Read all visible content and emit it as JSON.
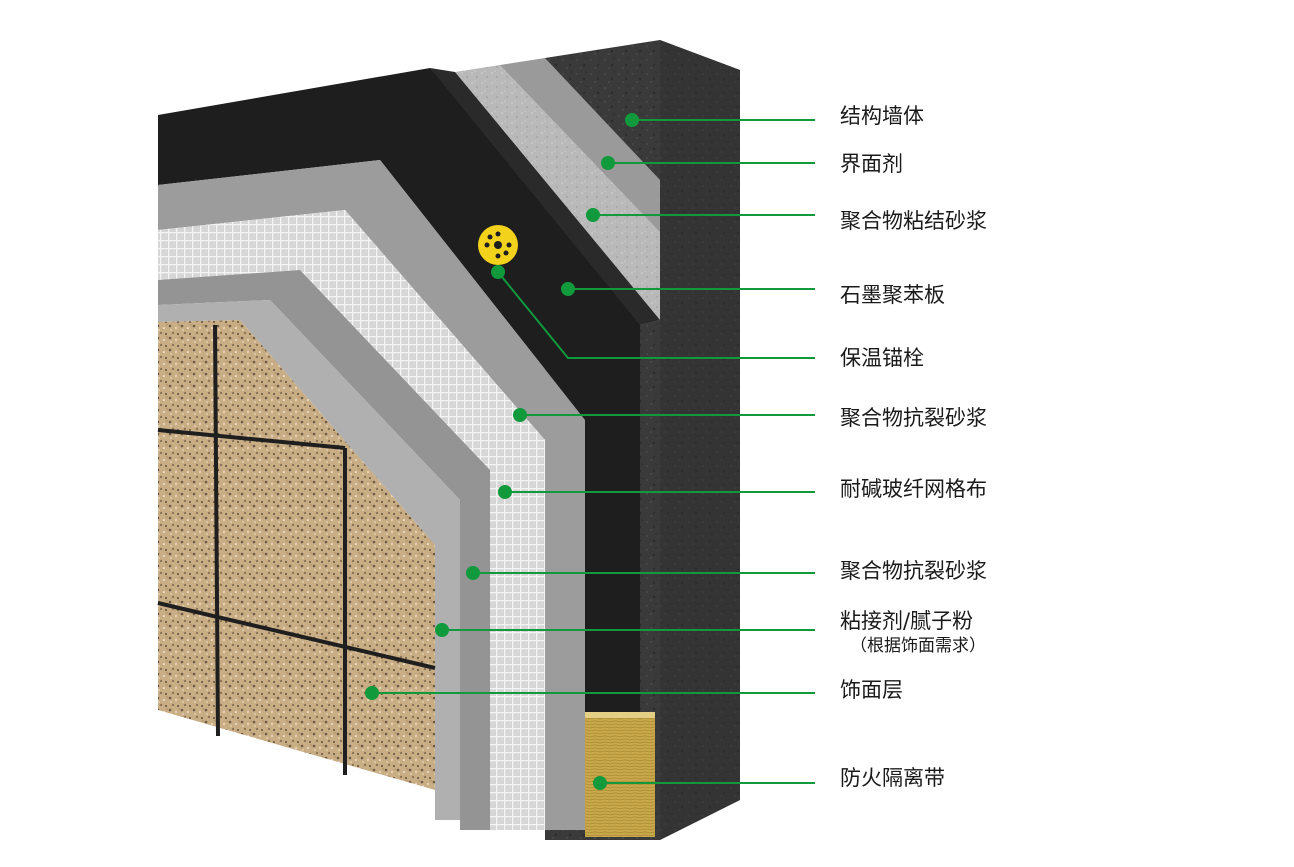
{
  "colors": {
    "leader": "#109a3c",
    "structural_wall": "#3a3a3a",
    "interface_agent": "#9a9a9a",
    "adhesive_mortar": "#b8b8b8",
    "graphite_eps": "#1e1e1e",
    "anchor": "#f2d21a",
    "crack_mortar": "#9c9c9c",
    "mesh": "#dedede",
    "putty": "#a8a8a8",
    "finish": "#cdb48f",
    "fire_barrier": "#c9a94c"
  },
  "layers": [
    {
      "id": "structural-wall",
      "label": "结构墙体"
    },
    {
      "id": "interface-agent",
      "label": "界面剂"
    },
    {
      "id": "adhesive-mortar",
      "label": "聚合物粘结砂浆"
    },
    {
      "id": "graphite-eps",
      "label": "石墨聚苯板"
    },
    {
      "id": "insulation-anchor",
      "label": "保温锚栓"
    },
    {
      "id": "crack-mortar-1",
      "label": "聚合物抗裂砂浆"
    },
    {
      "id": "fiberglass-mesh",
      "label": "耐碱玻纤网格布"
    },
    {
      "id": "crack-mortar-2",
      "label": "聚合物抗裂砂浆"
    },
    {
      "id": "putty",
      "label": "粘接剂/腻子粉",
      "note": "（根据饰面需求）"
    },
    {
      "id": "finish-layer",
      "label": "饰面层"
    },
    {
      "id": "fire-barrier",
      "label": "防火隔离带"
    }
  ]
}
